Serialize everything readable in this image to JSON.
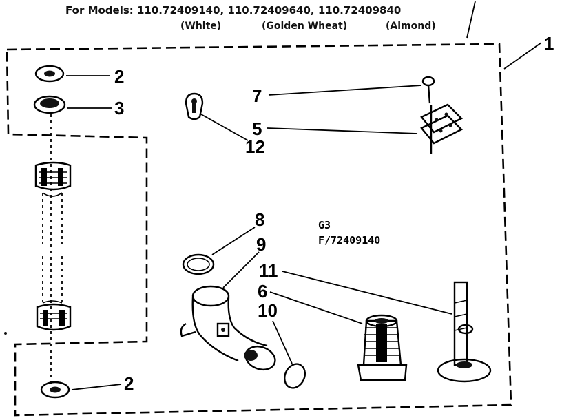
{
  "header": {
    "models_line": "For Models: 110.72409140, 110.72409640, 110.72409840",
    "colors": [
      "(White)",
      "(Golden Wheat)",
      "(Almond)"
    ]
  },
  "callouts": {
    "c1": "1",
    "c2_top": "2",
    "c3": "3",
    "c7": "7",
    "c5": "5",
    "c12": "12",
    "c8": "8",
    "c9": "9",
    "c11": "11",
    "c6": "6",
    "c10": "10",
    "c2_bottom": "2"
  },
  "diagram_code": {
    "line1": "G3",
    "line2": "F/72409140"
  }
}
